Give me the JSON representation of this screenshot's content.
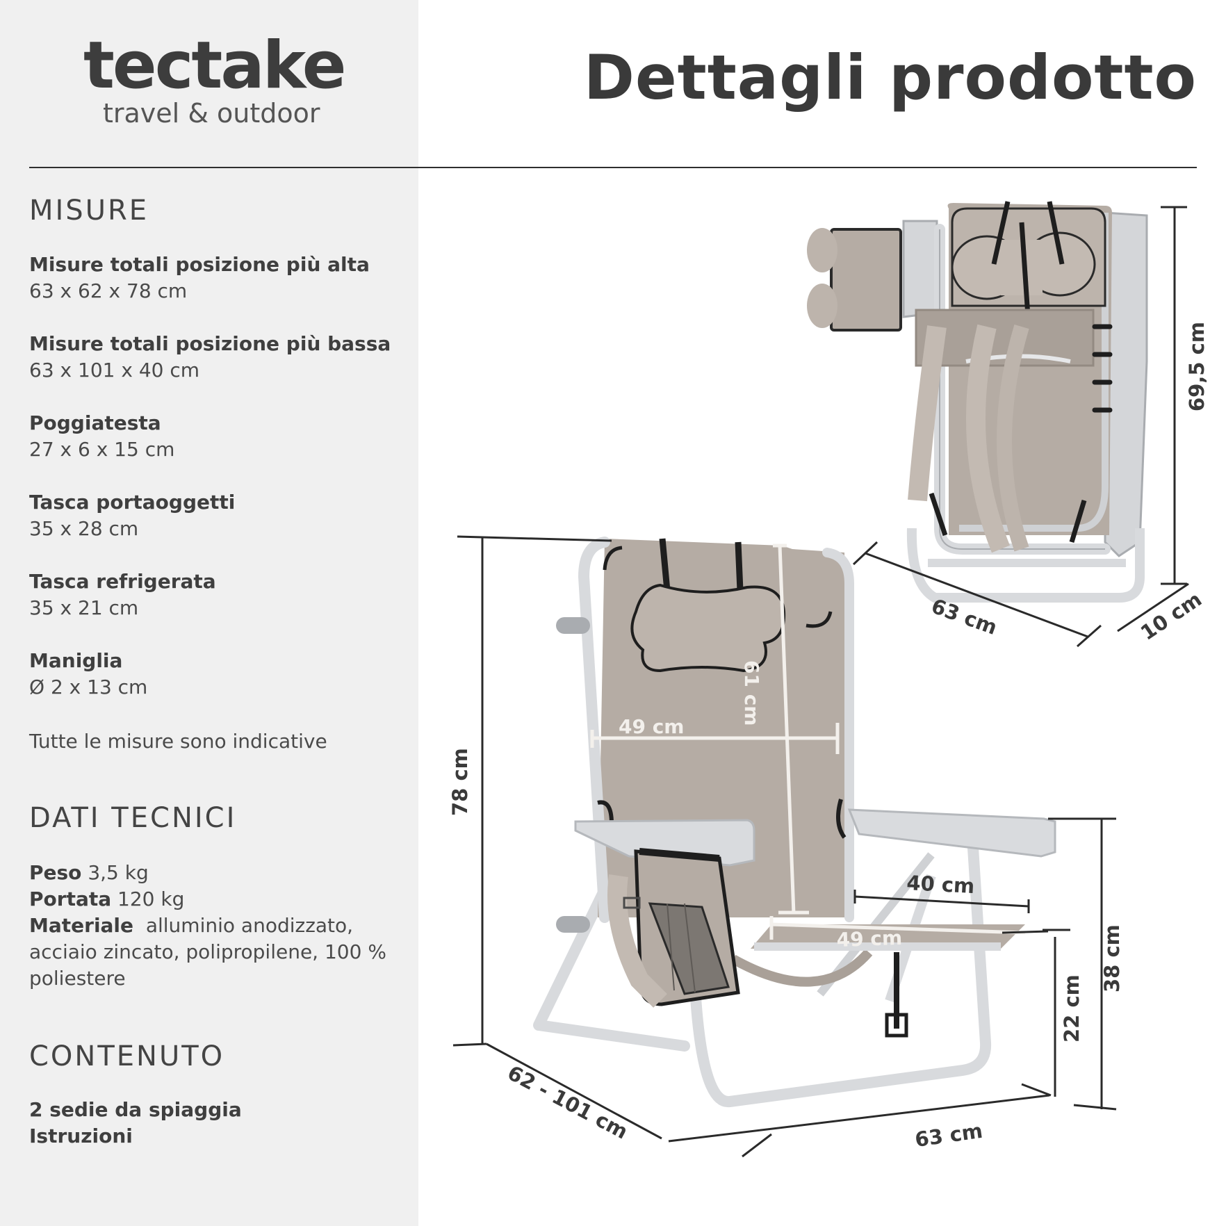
{
  "brand": {
    "name": "tectake",
    "tagline": "travel & outdoor"
  },
  "title": "Dettagli prodotto",
  "misure": {
    "heading": "MISURE",
    "items": [
      {
        "label": "Misure totali posizione più alta",
        "value": "63 x 62 x 78 cm"
      },
      {
        "label": "Misure totali posizione più bassa",
        "value": "63 x 101 x 40 cm"
      },
      {
        "label": "Poggiatesta",
        "value": "27 x 6 x 15 cm"
      },
      {
        "label": "Tasca portaoggetti",
        "value": "35 x 28 cm"
      },
      {
        "label": "Tasca refrigerata",
        "value": "35 x 21 cm"
      },
      {
        "label": "Maniglia",
        "value": "Ø 2 x 13 cm"
      }
    ],
    "note": "Tutte le misure sono indicative"
  },
  "dati_tecnici": {
    "heading": "DATI TECNICI",
    "peso_label": "Peso",
    "peso_value": "3,5 kg",
    "portata_label": "Portata",
    "portata_value": "120 kg",
    "materiale_label": "Materiale",
    "materiale_value": "alluminio anodizzato, acciaio zincato, polipropilene, 100 % poliestere"
  },
  "contenuto": {
    "heading": "CONTENUTO",
    "items": [
      "2 sedie da spiaggia",
      "Istruzioni"
    ]
  },
  "dimensions": {
    "folded_height": "69,5 cm",
    "folded_width": "63 cm",
    "folded_depth": "10 cm",
    "height": "78 cm",
    "back_height": "61 cm",
    "back_width": "49 cm",
    "seat_depth": "40 cm",
    "seat_width": "49 cm",
    "depth_range": "62 - 101 cm",
    "width": "63 cm",
    "seat_height": "22 cm",
    "armrest_height": "38 cm"
  },
  "colors": {
    "fabric": "#b5aca4",
    "frame": "#d4d6d9",
    "trim": "#1e1e1e",
    "panel": "#f0f0f0",
    "text": "#444444"
  }
}
